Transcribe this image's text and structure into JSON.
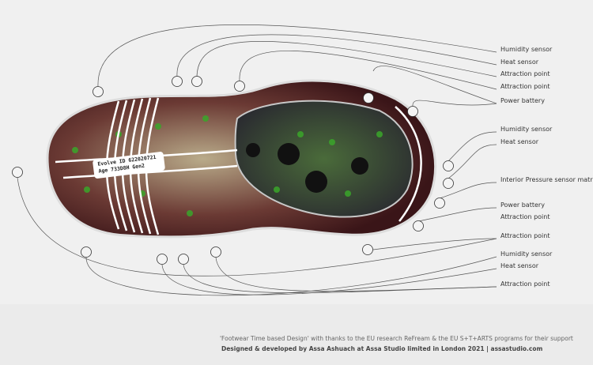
{
  "labels": [
    {
      "text": "Humidity sensor"
    },
    {
      "text": "Heat sensor"
    },
    {
      "text": "Attraction point"
    },
    {
      "text": "Attraction point"
    },
    {
      "text": "Power battery"
    },
    {
      "text": "Humidity sensor"
    },
    {
      "text": "Heat sensor"
    },
    {
      "text": "Interior Pressure sensor matrix"
    },
    {
      "text": "Power battery"
    },
    {
      "text": "Attraction point"
    },
    {
      "text": "Attraction point"
    },
    {
      "text": "Humidity sensor"
    },
    {
      "text": "Heat sensor"
    },
    {
      "text": "Attraction point"
    }
  ],
  "shoe_tag": {
    "line1": "Evolve ID 622020721",
    "line2": "Age 733D8H Gen2"
  },
  "footer": {
    "credits": "'Footwear Time based Design' with thanks to the EU research ReFream & the EU S+T+ARTS  programs for their support",
    "designer": "Designed & developed by Assa Ashuach at Assa Studio limited in London 2021 | assastudio.com"
  },
  "colors": {
    "background": "#f0f0f0",
    "veins": "#7a1b1f",
    "nodes": "#3aa62a",
    "leader": "#555555"
  }
}
